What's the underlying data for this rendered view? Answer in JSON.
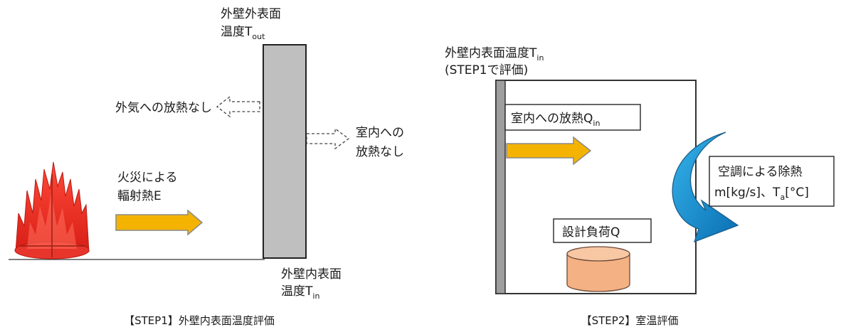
{
  "step1": {
    "caption": "【STEP1】外壁内表面温度評価",
    "outer_surface": {
      "line1": "外壁外表面",
      "line2": "温度T",
      "sub": "out"
    },
    "no_outdoor_release": "外気への放熱なし",
    "no_indoor_release": {
      "line1": "室内への",
      "line2": "放熱なし"
    },
    "fire_radiation": {
      "line1": "火災による",
      "line2": "輻射熱E"
    },
    "inner_surface": {
      "line1": "外壁内表面",
      "line2": "温度T",
      "sub": "in"
    }
  },
  "step2": {
    "caption": "【STEP2】室温評価",
    "inner_surface_temp": {
      "line1": "外壁内表面温度T",
      "sub": "in",
      "line2": "(STEP1で評価)"
    },
    "indoor_release": {
      "text": "室内への放熱Q",
      "sub": "in"
    },
    "design_load": "設計負荷Q",
    "ac_removal": {
      "line1": "空調による除熱",
      "line2_pre": "m[kg/s]、T",
      "sub": "a",
      "line2_post": "[°C]"
    }
  },
  "colors": {
    "flame": "#e8352b",
    "heat_arrow": "#f5b301",
    "wall": "#bfbfbf",
    "room_wall": "#9e9e9e",
    "cylinder": "#f4b183",
    "ac_arrow": "#1a8fd1"
  }
}
